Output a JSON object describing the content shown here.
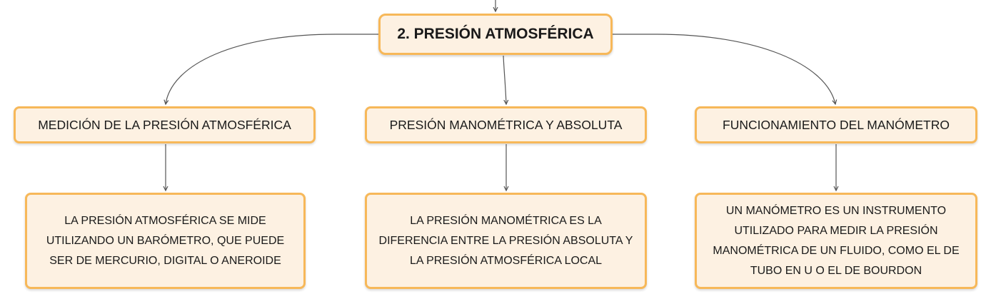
{
  "colors": {
    "node_fill": "#fdf1e2",
    "node_border": "#f7b859",
    "connector": "#555555",
    "text": "#1a1a1a"
  },
  "root": {
    "label": "2. PRESIÓN ATMOSFÉRICA"
  },
  "branches": [
    {
      "label": "MEDICIÓN DE LA PRESIÓN ATMOSFÉRICA",
      "detail": "LA PRESIÓN ATMOSFÉRICA SE MIDE UTILIZANDO UN BARÓMETRO, QUE PUEDE SER DE MERCURIO, DIGITAL O ANEROIDE"
    },
    {
      "label": "PRESIÓN MANOMÉTRICA Y ABSOLUTA",
      "detail": "LA PRESIÓN MANOMÉTRICA ES LA DIFERENCIA ENTRE LA PRESIÓN ABSOLUTA Y LA PRESIÓN ATMOSFÉRICA LOCAL"
    },
    {
      "label": "FUNCIONAMIENTO DEL MANÓMETRO",
      "detail": "UN MANÓMETRO ES UN INSTRUMENTO UTILIZADO PARA MEDIR LA PRESIÓN MANOMÉTRICA DE UN FLUIDO, COMO EL DE TUBO EN U O EL DE BOURDON"
    }
  ]
}
